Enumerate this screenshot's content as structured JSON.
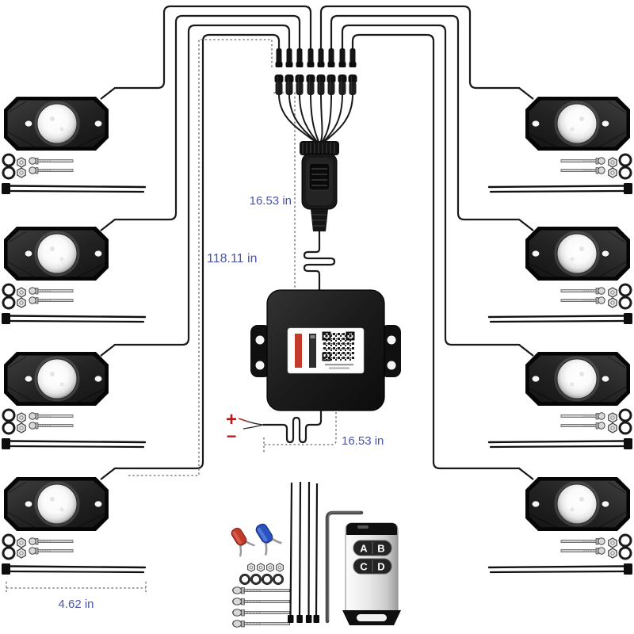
{
  "dimension_labels": {
    "harness_wire": "16.53 in",
    "extension_wire": "118.11 in",
    "power_wire": "16.53 in",
    "zip_tie": "4.62 in"
  },
  "power_wire_labels": {
    "positive": "+",
    "negative": "−"
  },
  "remote_control": {
    "buttons": {
      "a": "A",
      "b": "B",
      "c": "C",
      "d": "D"
    }
  },
  "colors": {
    "background": "#ffffff",
    "wire": "#1a1a1a",
    "dimension_text": "#4a54a8",
    "polarity_text": "#c01818",
    "terminal_red": "#c23a2a",
    "terminal_blue": "#2b52c0",
    "remote_body_silver": "#d9d9d9",
    "pod_black": "#111111"
  }
}
